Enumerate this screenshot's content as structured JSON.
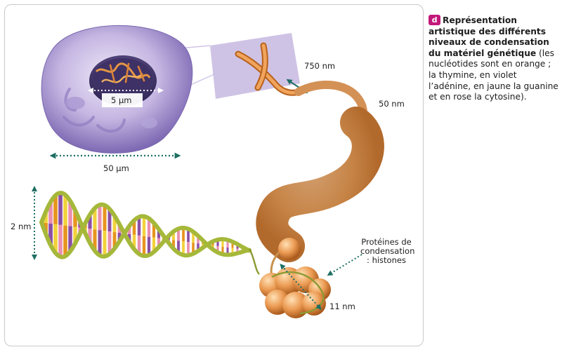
{
  "labels": {
    "nucleus": "5 µm",
    "cell": "50 µm",
    "chromosome": "750 nm",
    "fiber": "50 nm",
    "dna": "2 nm",
    "nucleosome": "11 nm",
    "proteins": "Protéines de condensation : histones"
  },
  "caption": {
    "badge": "d",
    "title": "Représentation artistique des différents niveaux de condensation du matériel génétique",
    "text": " (les nucléotides sont en orange ; la thymine, en violet l’adénine, en jaune la guanine et en rose la cytosine)."
  },
  "colors": {
    "badge": "#c2187a",
    "arrow": "#1e6e63",
    "cell": "#9d8cc8",
    "chromatin": "#d98a45",
    "backbone": "#a6b83a",
    "thymine": "#e7941f",
    "adenine": "#8b4fa6",
    "guanine": "#f2d23c",
    "cytosine": "#e98fb0"
  }
}
